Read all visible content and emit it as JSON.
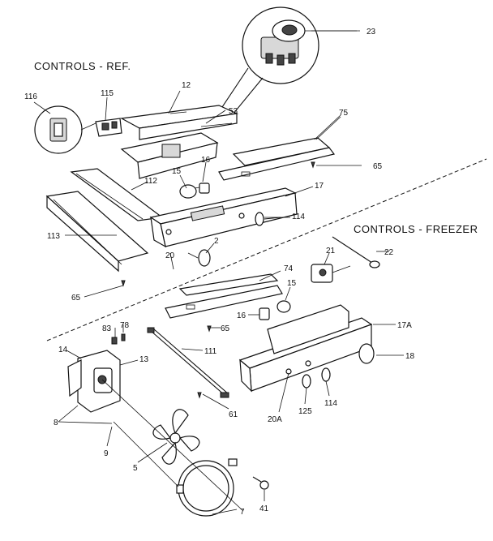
{
  "sections": {
    "ref_title": "CONTROLS - REF.",
    "freezer_title": "CONTROLS - FREEZER"
  },
  "labels": {
    "p23": "23",
    "p12": "12",
    "p116": "116",
    "p115": "115",
    "p53": "53",
    "p75": "75",
    "p65a": "65",
    "p16a": "16",
    "p15a": "15",
    "p112": "112",
    "p17": "17",
    "p114a": "114",
    "p113": "113",
    "p2": "2",
    "p20": "20",
    "p65b": "65",
    "p22": "22",
    "p21": "21",
    "p74": "74",
    "p15b": "15",
    "p16b": "16",
    "p65c": "65",
    "p17A": "17A",
    "p83": "83",
    "p78": "78",
    "p14": "14",
    "p13": "13",
    "p111": "111",
    "p18": "18",
    "p8": "8",
    "p20A": "20A",
    "p125": "125",
    "p114b": "114",
    "p61": "61",
    "p9": "9",
    "p5": "5",
    "p41": "41",
    "p7": "7"
  }
}
